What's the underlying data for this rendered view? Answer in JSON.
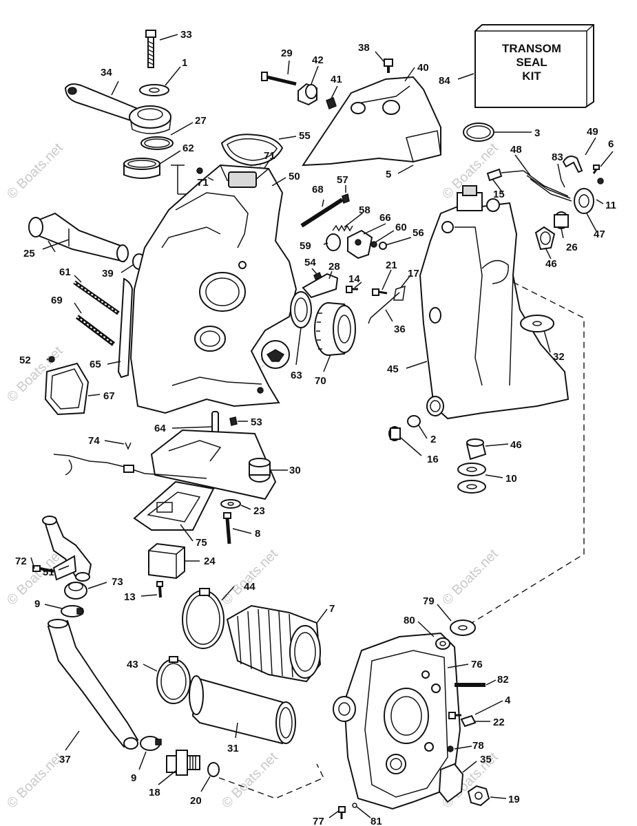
{
  "kit_box": {
    "lines": [
      "TRANSOM",
      "SEAL",
      "KIT"
    ]
  },
  "watermark": "© Boats.net",
  "callouts": [
    {
      "name": "part-33-callout",
      "text": "33"
    },
    {
      "name": "part-1-callout",
      "text": "1"
    },
    {
      "name": "part-34-callout",
      "text": "34"
    },
    {
      "name": "part-27-callout",
      "text": "27"
    },
    {
      "name": "part-62-callout",
      "text": "62"
    },
    {
      "name": "part-71a-callout",
      "text": "71"
    },
    {
      "name": "part-71b-callout",
      "text": "71"
    },
    {
      "name": "part-55-callout",
      "text": "55"
    },
    {
      "name": "part-50-callout",
      "text": "50"
    },
    {
      "name": "part-25-callout",
      "text": "25"
    },
    {
      "name": "part-39-callout",
      "text": "39"
    },
    {
      "name": "part-61-callout",
      "text": "61"
    },
    {
      "name": "part-69-callout",
      "text": "69"
    },
    {
      "name": "part-52-callout",
      "text": "52"
    },
    {
      "name": "part-65-callout",
      "text": "65"
    },
    {
      "name": "part-67-callout",
      "text": "67"
    },
    {
      "name": "part-29-callout",
      "text": "29"
    },
    {
      "name": "part-42-callout",
      "text": "42"
    },
    {
      "name": "part-41-callout",
      "text": "41"
    },
    {
      "name": "part-38-callout",
      "text": "38"
    },
    {
      "name": "part-40-callout",
      "text": "40"
    },
    {
      "name": "part-84-callout",
      "text": "84"
    },
    {
      "name": "part-5-callout",
      "text": "5"
    },
    {
      "name": "part-3-callout",
      "text": "3"
    },
    {
      "name": "part-49-callout",
      "text": "49"
    },
    {
      "name": "part-6-callout",
      "text": "6"
    },
    {
      "name": "part-48-callout",
      "text": "48"
    },
    {
      "name": "part-83-callout",
      "text": "83"
    },
    {
      "name": "part-15-callout",
      "text": "15"
    },
    {
      "name": "part-11-callout",
      "text": "11"
    },
    {
      "name": "part-26-callout",
      "text": "26"
    },
    {
      "name": "part-47-callout",
      "text": "47"
    },
    {
      "name": "part-46a-callout",
      "text": "46"
    },
    {
      "name": "part-68-callout",
      "text": "68"
    },
    {
      "name": "part-57-callout",
      "text": "57"
    },
    {
      "name": "part-58-callout",
      "text": "58"
    },
    {
      "name": "part-66-callout",
      "text": "66"
    },
    {
      "name": "part-60-callout",
      "text": "60"
    },
    {
      "name": "part-56-callout",
      "text": "56"
    },
    {
      "name": "part-59-callout",
      "text": "59"
    },
    {
      "name": "part-54-callout",
      "text": "54"
    },
    {
      "name": "part-28-callout",
      "text": "28"
    },
    {
      "name": "part-21-callout",
      "text": "21"
    },
    {
      "name": "part-17-callout",
      "text": "17"
    },
    {
      "name": "part-14-callout",
      "text": "14"
    },
    {
      "name": "part-36-callout",
      "text": "36"
    },
    {
      "name": "part-32-callout",
      "text": "32"
    },
    {
      "name": "part-63-callout",
      "text": "63"
    },
    {
      "name": "part-70-callout",
      "text": "70"
    },
    {
      "name": "part-45-callout",
      "text": "45"
    },
    {
      "name": "part-64-callout",
      "text": "64"
    },
    {
      "name": "part-53-callout",
      "text": "53"
    },
    {
      "name": "part-74-callout",
      "text": "74"
    },
    {
      "name": "part-2-callout",
      "text": "2"
    },
    {
      "name": "part-16-callout",
      "text": "16"
    },
    {
      "name": "part-46b-callout",
      "text": "46"
    },
    {
      "name": "part-10-callout",
      "text": "10"
    },
    {
      "name": "part-30-callout",
      "text": "30"
    },
    {
      "name": "part-23-callout",
      "text": "23"
    },
    {
      "name": "part-8-callout",
      "text": "8"
    },
    {
      "name": "part-75-callout",
      "text": "75"
    },
    {
      "name": "part-72-callout",
      "text": "72"
    },
    {
      "name": "part-51-callout",
      "text": "51"
    },
    {
      "name": "part-24-callout",
      "text": "24"
    },
    {
      "name": "part-73-callout",
      "text": "73"
    },
    {
      "name": "part-13-callout",
      "text": "13"
    },
    {
      "name": "part-9a-callout",
      "text": "9"
    },
    {
      "name": "part-44-callout",
      "text": "44"
    },
    {
      "name": "part-7-callout",
      "text": "7"
    },
    {
      "name": "part-79-callout",
      "text": "79"
    },
    {
      "name": "part-80-callout",
      "text": "80"
    },
    {
      "name": "part-76-callout",
      "text": "76"
    },
    {
      "name": "part-82-callout",
      "text": "82"
    },
    {
      "name": "part-4-callout",
      "text": "4"
    },
    {
      "name": "part-22-callout",
      "text": "22"
    },
    {
      "name": "part-43-callout",
      "text": "43"
    },
    {
      "name": "part-31-callout",
      "text": "31"
    },
    {
      "name": "part-37-callout",
      "text": "37"
    },
    {
      "name": "part-78-callout",
      "text": "78"
    },
    {
      "name": "part-35-callout",
      "text": "35"
    },
    {
      "name": "part-19-callout",
      "text": "19"
    },
    {
      "name": "part-9b-callout",
      "text": "9"
    },
    {
      "name": "part-18-callout",
      "text": "18"
    },
    {
      "name": "part-20-callout",
      "text": "20"
    },
    {
      "name": "part-77-callout",
      "text": "77"
    },
    {
      "name": "part-81-callout",
      "text": "81"
    }
  ]
}
